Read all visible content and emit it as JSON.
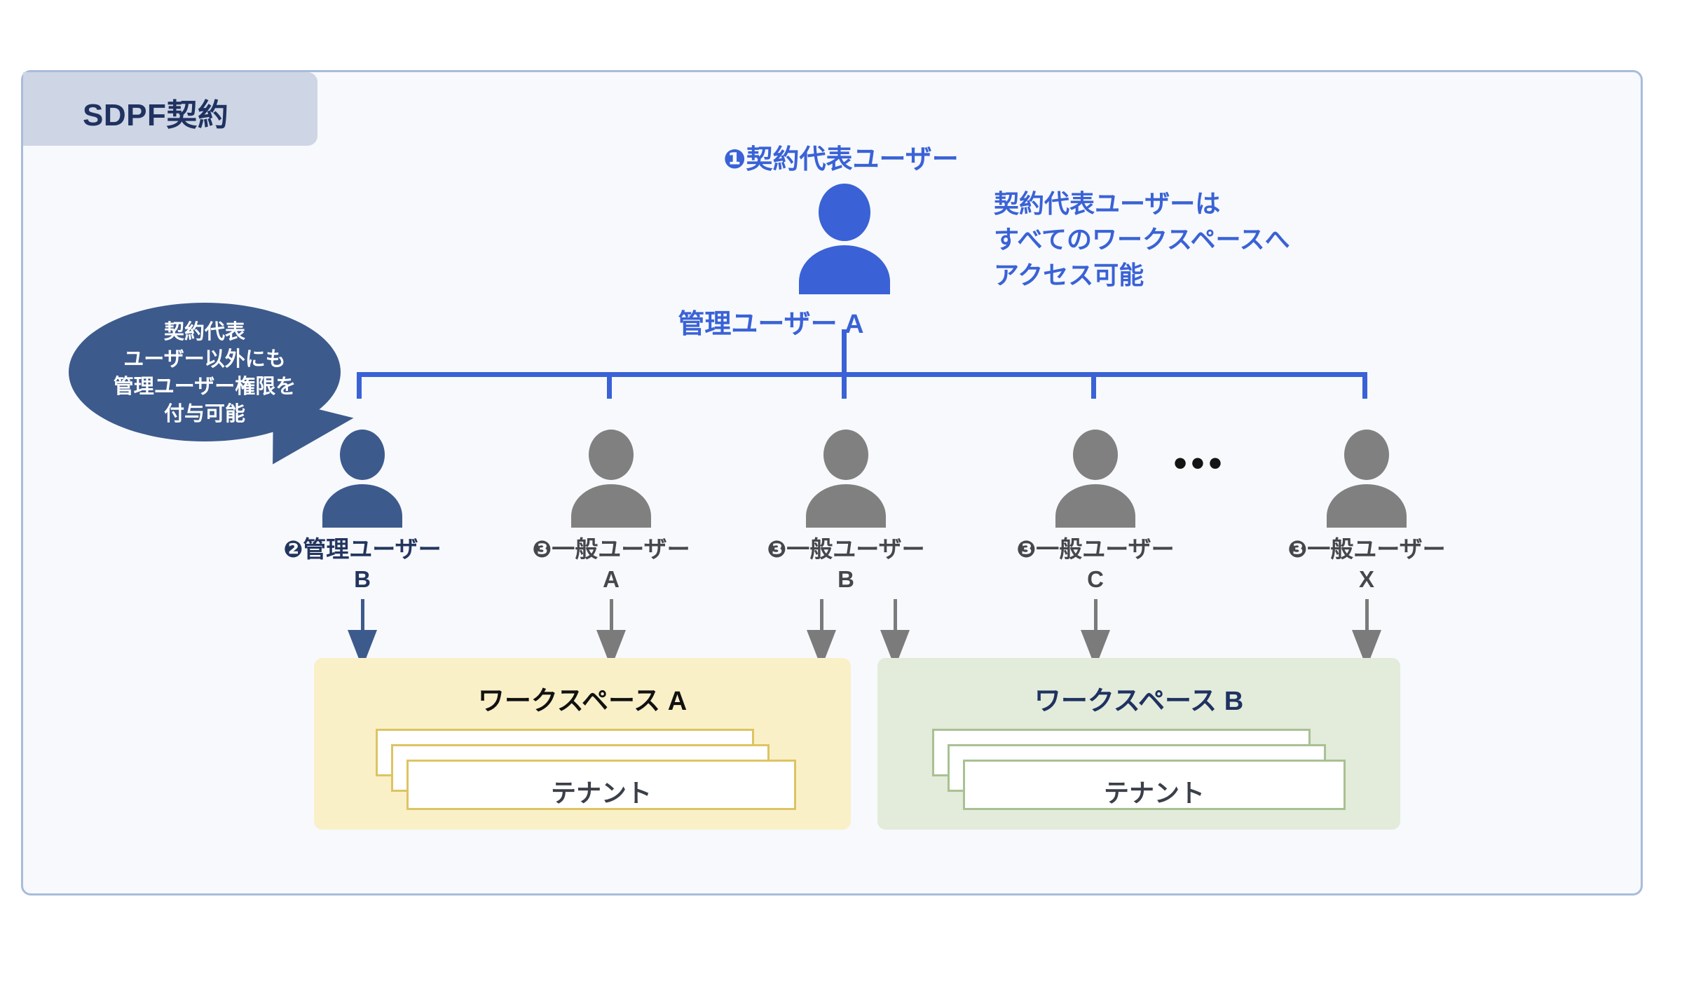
{
  "frame": {
    "tab_label": "SDPF契約"
  },
  "root_user": {
    "badge_label": "❶契約代表ユーザー",
    "name": "管理ユーザー A",
    "icon": "person-icon",
    "color": "#3a62d6"
  },
  "root_note": "契約代表ユーザーは\nすべてのワークスペースへ\nアクセス可能",
  "bubble": {
    "text": "契約代表\nユーザー以外にも\n管理ユーザー権限を\n付与可能",
    "color": "#3d5a8c"
  },
  "child_users": [
    {
      "label": "❷管理ユーザー\nB",
      "kind": "admin",
      "icon": "person-icon",
      "color": "#3d5a8c"
    },
    {
      "label": "❸一般ユーザー\nA",
      "kind": "general",
      "icon": "person-icon",
      "color": "#808080"
    },
    {
      "label": "❸一般ユーザー\nB",
      "kind": "general",
      "icon": "person-icon",
      "color": "#808080"
    },
    {
      "label": "❸一般ユーザー\nC",
      "kind": "general",
      "icon": "person-icon",
      "color": "#808080"
    },
    {
      "label": "❸一般ユーザー\nX",
      "kind": "general",
      "icon": "person-icon",
      "color": "#808080"
    }
  ],
  "ellipsis": "•••",
  "workspaces": [
    {
      "title": "ワークスペース A",
      "tenant_label": "テナント",
      "tenant_count": 3,
      "fill": "#faf0c8",
      "border": "#ddc463"
    },
    {
      "title": "ワークスペース B",
      "tenant_label": "テナント",
      "tenant_count": 3,
      "fill": "#e3ebdb",
      "border": "#a8c192"
    }
  ]
}
